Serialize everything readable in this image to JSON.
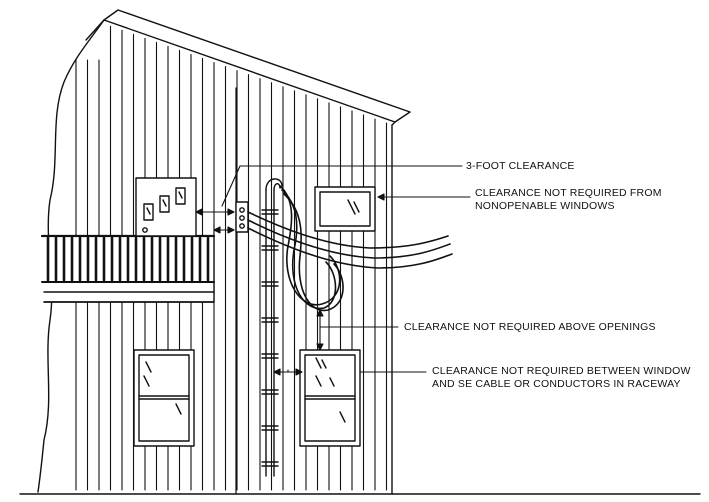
{
  "callouts": {
    "three_foot": "3-FOOT CLEARANCE",
    "nonopenable": {
      "line1": "CLEARANCE NOT REQUIRED FROM",
      "line2": "NONOPENABLE WINDOWS"
    },
    "above_openings": "CLEARANCE NOT REQUIRED ABOVE OPENINGS",
    "between_window": {
      "line1": "CLEARANCE NOT REQUIRED BETWEEN WINDOW",
      "line2": "AND SE CABLE OR CONDUCTORS IN RACEWAY"
    }
  },
  "colors": {
    "ink": "#111111",
    "paper": "#ffffff"
  }
}
